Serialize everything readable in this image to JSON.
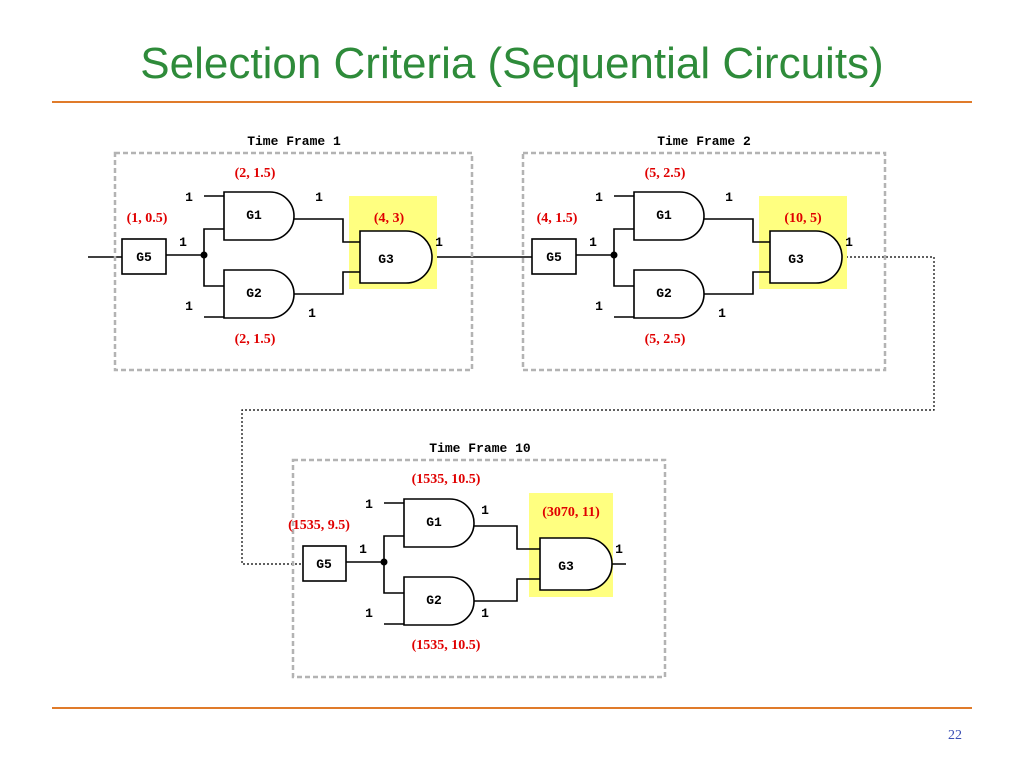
{
  "slide": {
    "title": "Selection Criteria (Sequential Circuits)",
    "page_number": "22",
    "accent_color": "#e07b2a",
    "title_color": "#2e8b3a",
    "highlight_color": "#ffff80",
    "value_color": "#e00000"
  },
  "frames": [
    {
      "label": "Time Frame 1",
      "g5_in": "(1, 0.5)",
      "g1_out": "(2, 1.5)",
      "g2_out": "(2, 1.5)",
      "g3_out": "(4, 3)",
      "g1_name": "G1",
      "g2_name": "G2",
      "g3_name": "G3",
      "g5_name": "G5",
      "b_g1_in": "1",
      "b_g1_out": "1",
      "b_g5_out": "1",
      "b_g3_out": "1",
      "b_g2_in": "1",
      "b_g2_out": "1"
    },
    {
      "label": "Time Frame 2",
      "g5_in": "(4, 1.5)",
      "g1_out": "(5, 2.5)",
      "g2_out": "(5, 2.5)",
      "g3_out": "(10, 5)",
      "g1_name": "G1",
      "g2_name": "G2",
      "g3_name": "G3",
      "g5_name": "G5",
      "b_g1_in": "1",
      "b_g1_out": "1",
      "b_g5_out": "1",
      "b_g3_out": "1",
      "b_g2_in": "1",
      "b_g2_out": "1"
    },
    {
      "label": "Time Frame 10",
      "g5_in": "(1535, 9.5)",
      "g1_out": "(1535, 10.5)",
      "g2_out": "(1535, 10.5)",
      "g3_out": "(3070, 11)",
      "g1_name": "G1",
      "g2_name": "G2",
      "g3_name": "G3",
      "g5_name": "G5",
      "b_g1_in": "1",
      "b_g1_out": "1",
      "b_g5_out": "1",
      "b_g3_out": "1",
      "b_g2_in": "1",
      "b_g2_out": "1"
    }
  ]
}
